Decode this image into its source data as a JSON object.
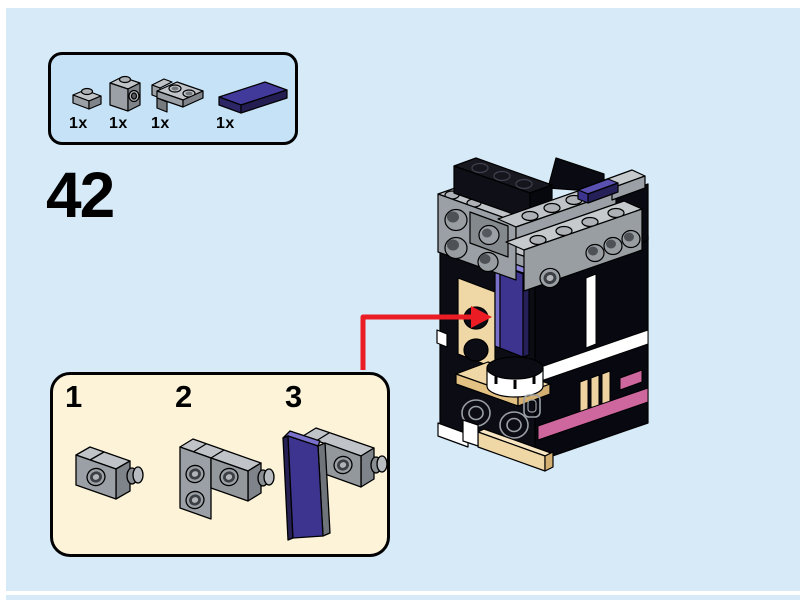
{
  "page": {
    "step_number": "42"
  },
  "parts_callout": {
    "items": [
      {
        "part": "plate-1x1-light-gray",
        "qty": "1x"
      },
      {
        "part": "brick-1x1-side-stud-light-gray",
        "qty": "1x"
      },
      {
        "part": "bracket-1x2-inverted-light-gray",
        "qty": "1x"
      },
      {
        "part": "tile-1x3-dark-purple",
        "qty": "1x"
      }
    ]
  },
  "substeps": {
    "steps": [
      {
        "number": "1",
        "content": "brick-with-side-stud"
      },
      {
        "number": "2",
        "content": "bracket-attached-to-brick"
      },
      {
        "number": "3",
        "content": "purple-tile-attached-to-bracket"
      }
    ]
  },
  "colors": {
    "canvas": "#d6eaf8",
    "parts_box": "#c6e2f6",
    "substep_box": "#fcf3d9",
    "arrow_red": "#ec1c24",
    "purple": "#3d3490",
    "purple_dark": "#262058",
    "purple_light": "#7a71cc",
    "gray": "#9aa0a5",
    "gray_light": "#c0c4c8",
    "tan": "#f0d7a6",
    "pink": "#cf679f",
    "black_piece": "#0c0d14",
    "white_piece": "#ffffff"
  }
}
